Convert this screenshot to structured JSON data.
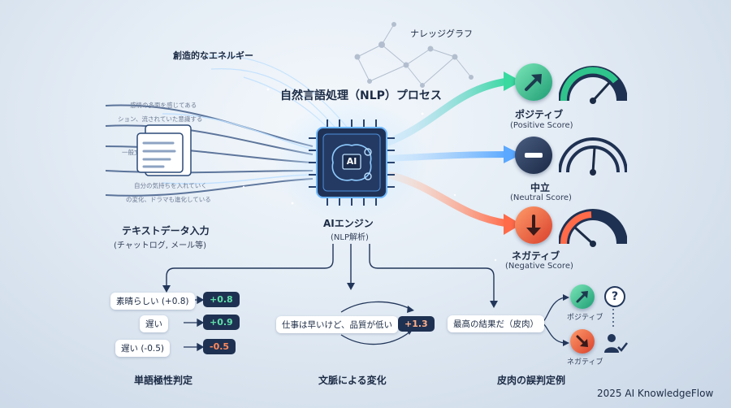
{
  "labels": {
    "creative": "創造的なエネルギー",
    "knowledge_graph": "ナレッジグラフ",
    "nlp_process": "自然言語処理（NLP）プロセス",
    "text_input": "テキストデータ入力",
    "text_input_sub": "(チャットログ, メール等)",
    "ai_engine": "AIエンジン",
    "ai_engine_sub": "(NLP解析)",
    "chip_text": "AI",
    "footer": "2025 AI KnowledgeFlow"
  },
  "input_lines": [
    "感情の多面を感じてある",
    "ション、流されていた意識する",
    "",
    "一般文",
    "",
    "自分の気持ちを入れていく",
    "の変化、ドラマも進化している"
  ],
  "outputs": [
    {
      "title": "ポジティブ",
      "sub": "(Positive Score)",
      "color": "#2fa37a",
      "needle": 0.82
    },
    {
      "title": "中立",
      "sub": "(Neutral Score)",
      "color": "#2a3a5c",
      "needle": 0.55
    },
    {
      "title": "ネガティブ",
      "sub": "(Negative Score)",
      "color": "#e0553a",
      "needle": 0.22
    }
  ],
  "word_polarity": {
    "title": "単語極性判定",
    "rows": [
      {
        "word": "素晴らしい (+0.8)",
        "score": "+0.8",
        "color": "#5fe0a8"
      },
      {
        "word": "遅い",
        "score": "+0.9",
        "color": "#5fe0a8"
      },
      {
        "word": "遅い (-0.5)",
        "score": "-0.5",
        "color": "#ff8a5c"
      }
    ]
  },
  "context_change": {
    "title": "文脈による変化",
    "sentence": "仕事は早いけど、品質が低い",
    "score": "+1.3",
    "color": "#ffb08a"
  },
  "sarcasm": {
    "title": "皮肉の誤判定例",
    "sentence": "最高の結果だ（皮肉）",
    "positive": "ポジティブ",
    "negative": "ネガティブ",
    "question": "?"
  }
}
